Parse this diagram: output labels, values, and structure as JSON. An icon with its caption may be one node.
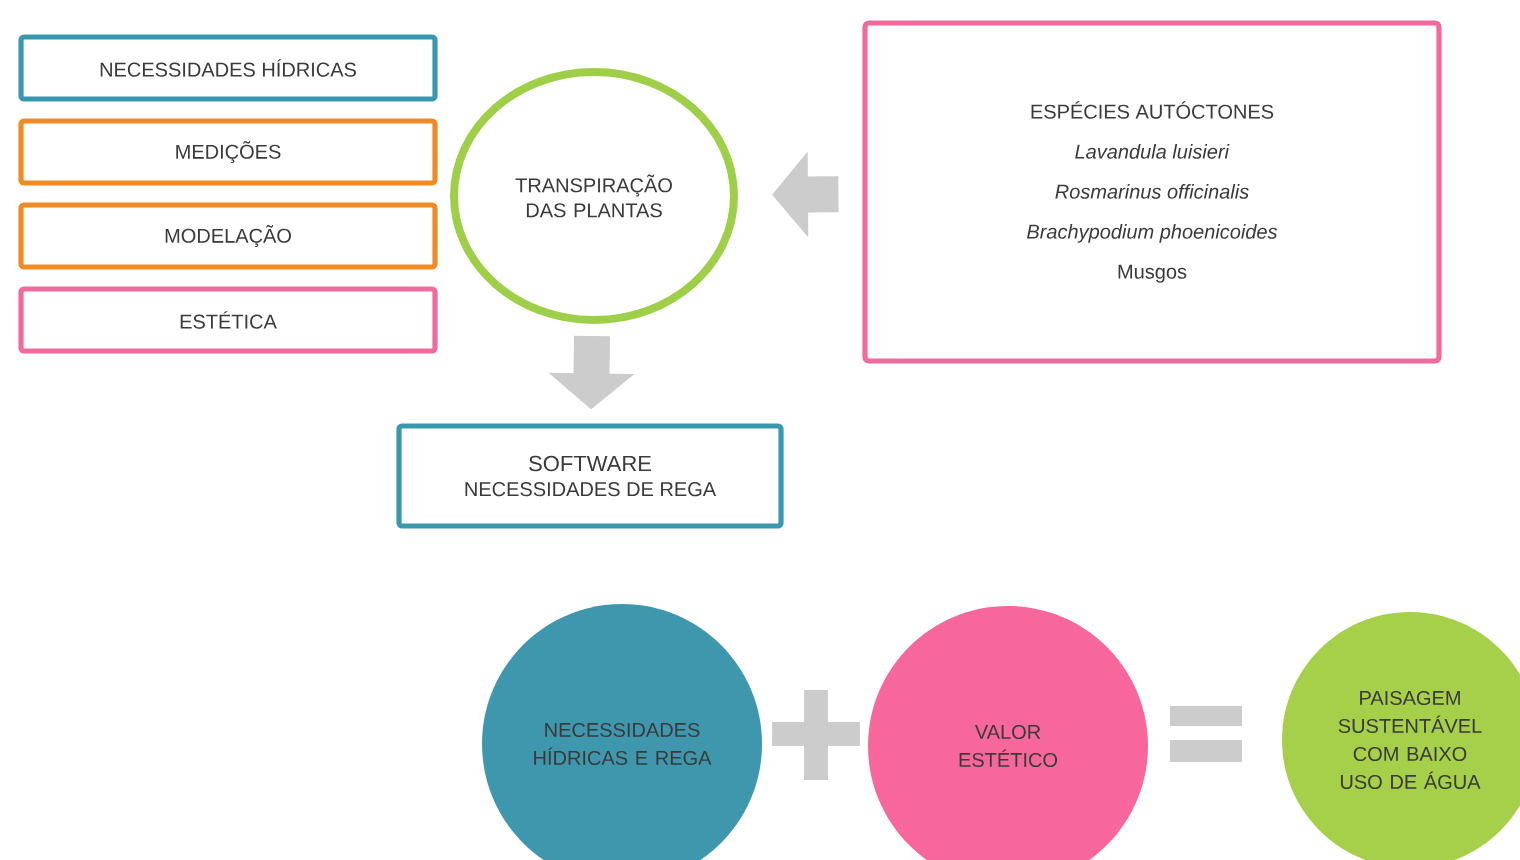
{
  "diagram": {
    "nodes": [
      {
        "text": [
          "NECESSIDADES HÍDRICAS"
        ]
      },
      {
        "text": [
          "MEDIÇÕES"
        ]
      },
      {
        "text": [
          "MODELAÇÃO"
        ]
      },
      {
        "text": [
          "ESTÉTICA"
        ]
      },
      {
        "text": [
          "TRANSPIRAÇÃO DAS PLANTAS"
        ]
      },
      {
        "text": [
          "ESPÉCIES AUTÓCTONES",
          "*Lavandula luisieri*",
          "*Rosmarinus officinalis*",
          "*Brachypodium phoenicoides*",
          "Musgos"
        ]
      },
      {
        "text": [
          "SOFTWARE",
          "NECESSIDADES DE REGA"
        ]
      },
      {
        "text": [
          "NECESSIDADES HÍDRICAS E REGA"
        ]
      },
      {
        "text": [
          "VALOR ESTÉTICO"
        ]
      },
      {
        "text": [
          "PAISAGEM SUSTENTÁVEL COM BAIXO USO DE ÁGUA"
        ]
      }
    ],
    "edges": [
      {
        "from": 5,
        "to": 4,
        "arrow": "to"
      },
      {
        "from": 4,
        "to": 6,
        "arrow": "to"
      }
    ]
  }
}
